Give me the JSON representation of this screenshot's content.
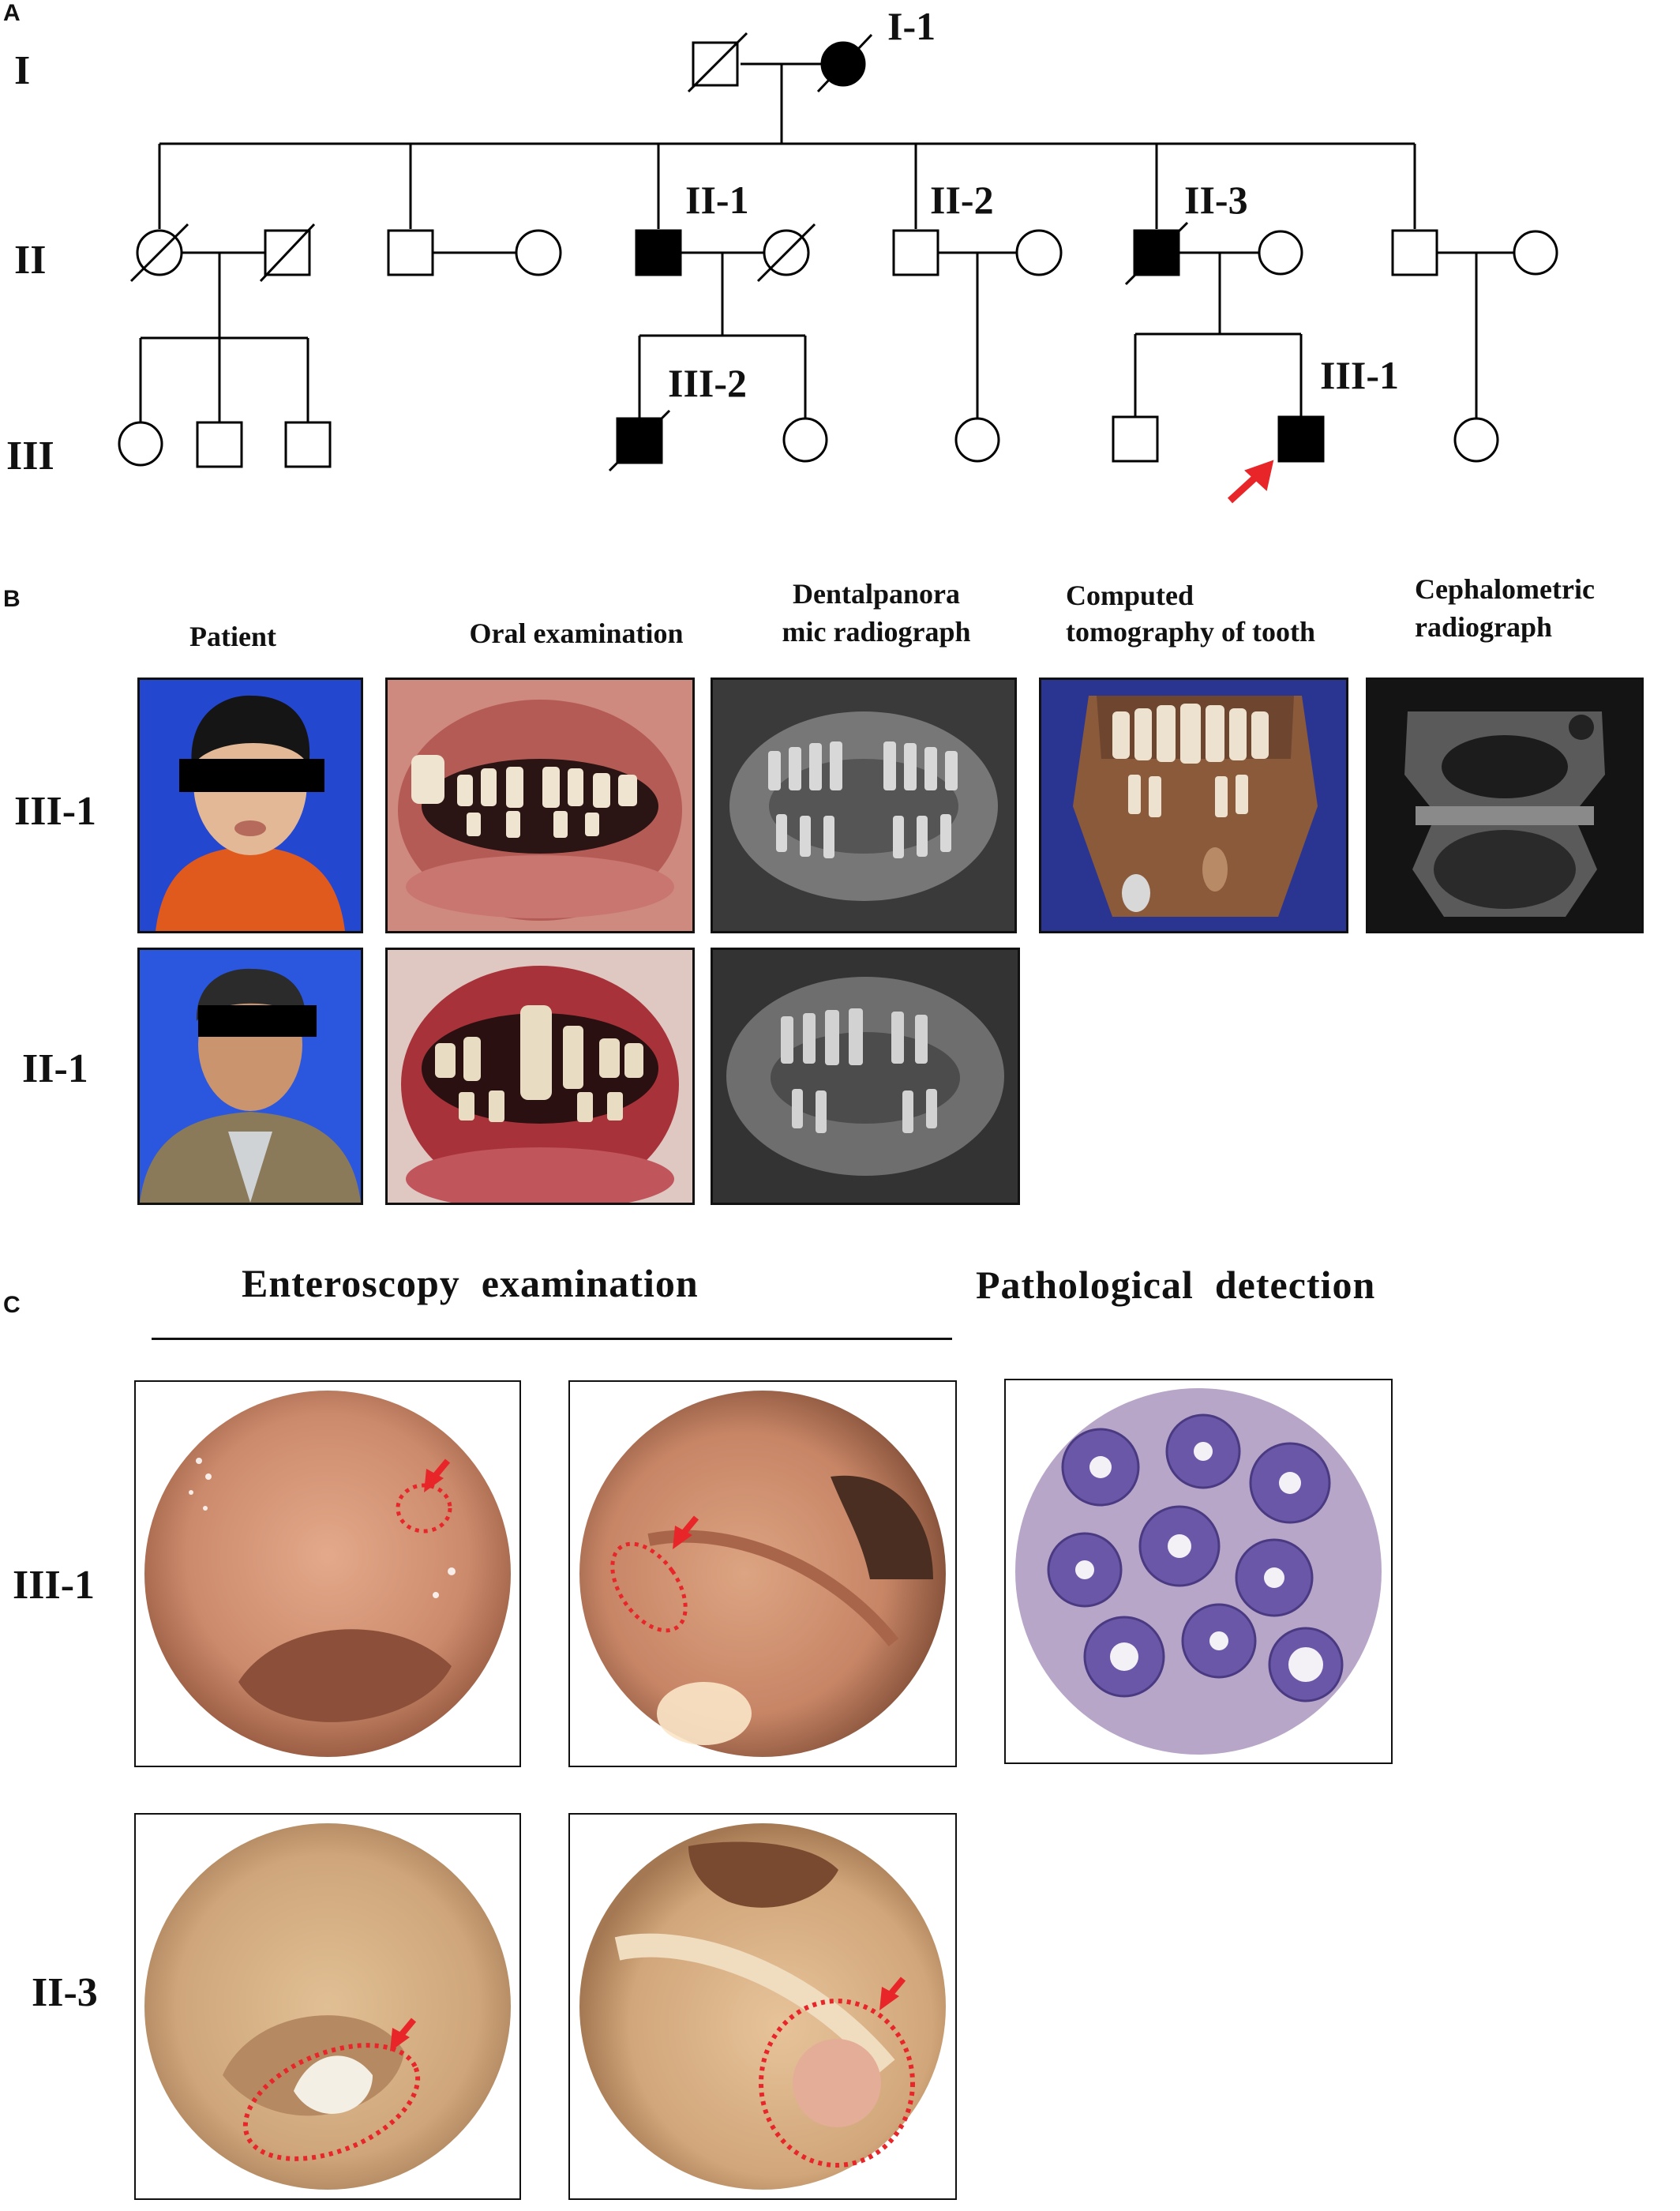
{
  "panels": {
    "a": "A",
    "b": "B",
    "c": "C"
  },
  "pedigree": {
    "generations": [
      "I",
      "II",
      "III"
    ],
    "labels": {
      "i1": "I-1",
      "ii1": "II-1",
      "ii2": "II-2",
      "ii3": "II-3",
      "iii1": "III-1",
      "iii2": "III-2"
    },
    "colors": {
      "affected": "#000000",
      "proband_arrow": "#e8262a"
    }
  },
  "clinical": {
    "columns": {
      "patient": "Patient",
      "oral": "Oral examination",
      "pano_1": "Dentalpanora",
      "pano_2": "mic radiograph",
      "ct_1": "Computed",
      "ct_2": "tomography of tooth",
      "ceph_1": "Cephalometric",
      "ceph_2": "radiograph"
    },
    "rows": [
      "III-1",
      "II-1"
    ]
  },
  "endoscopy": {
    "enteroscopy_title": "Enteroscopy  examination",
    "pathology_title": "Pathological  detection",
    "rows": [
      "III-1",
      "II-3"
    ],
    "lesion_color": "#e8262a"
  }
}
